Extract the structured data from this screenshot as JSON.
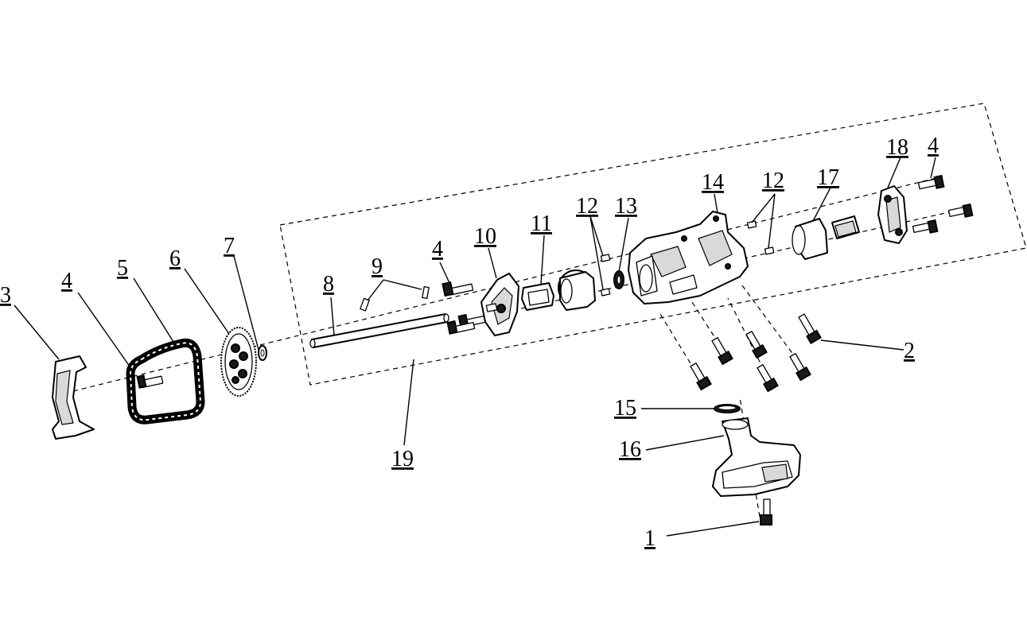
{
  "callouts": {
    "c1": "1",
    "c2": "2",
    "c3": "3",
    "c4a": "4",
    "c4b": "4",
    "c4c": "4",
    "c5": "5",
    "c6": "6",
    "c7": "7",
    "c8": "8",
    "c9": "9",
    "c10": "10",
    "c11": "11",
    "c12a": "12",
    "c12b": "12",
    "c13": "13",
    "c14": "14",
    "c15": "15",
    "c16": "16",
    "c17": "17",
    "c18": "18",
    "c19": "19"
  }
}
